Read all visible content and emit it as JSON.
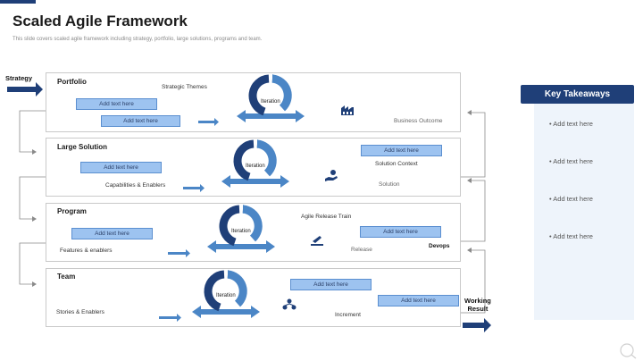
{
  "slide": {
    "title": "Scaled Agile Framework",
    "subtitle": "This slide covers scaled agile framework including strategy, portfolio, large solutions, programs and team."
  },
  "side_labels": {
    "strategy": "Strategy",
    "working_result": "Working\nResult"
  },
  "iteration_label": "Iteration",
  "placeholder": "Add text here",
  "sections": {
    "portfolio": {
      "title": "Portfolio",
      "labels": {
        "strategic_themes": "Strategic Themes",
        "business_outcome": "Business Outcome"
      },
      "icon": "factory-chart-icon"
    },
    "large_solution": {
      "title": "Large Solution",
      "labels": {
        "solution_context": "Solution Context",
        "capabilities": "Capabilities & Enablers",
        "solution": "Solution"
      },
      "icon": "hand-coin-icon"
    },
    "program": {
      "title": "Program",
      "labels": {
        "release_train": "Agile Release Train",
        "features": "Features & enablers",
        "release": "Release",
        "devops": "Devops"
      },
      "icon": "launch-icon"
    },
    "team": {
      "title": "Team",
      "labels": {
        "stories": "Stories & Enablers",
        "increment": "Increment"
      },
      "icon": "team-icon"
    }
  },
  "key_takeaways": {
    "title": "Key Takeaways",
    "items": [
      "Add text here",
      "Add text here",
      "Add text here",
      "Add text here"
    ]
  },
  "colors": {
    "navy": "#1f3f78",
    "mid_blue": "#4b86c6",
    "light_blue": "#9dc3f0",
    "key_bg": "#eef4fb"
  }
}
